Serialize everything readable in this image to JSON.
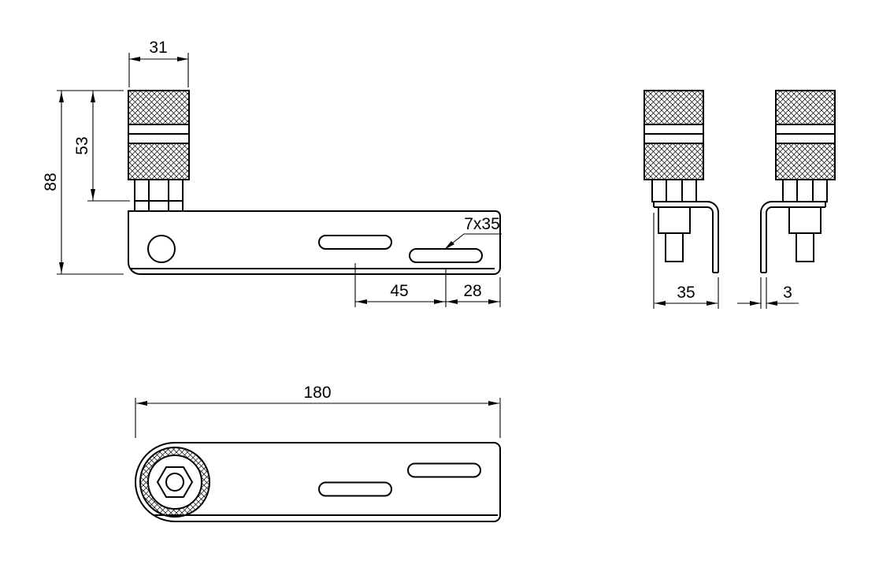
{
  "title": "Mounting bracket dimensional drawing",
  "colors": {
    "line": "#000000",
    "background": "#ffffff"
  },
  "dims": {
    "knob_width": "31",
    "knob_height": "53",
    "overall_height": "88",
    "slot_callout": "7x35",
    "slot_spacing": "45",
    "slot_to_end": "28",
    "bracket_depth": "35",
    "plate_thickness": "3",
    "bracket_length": "180"
  }
}
